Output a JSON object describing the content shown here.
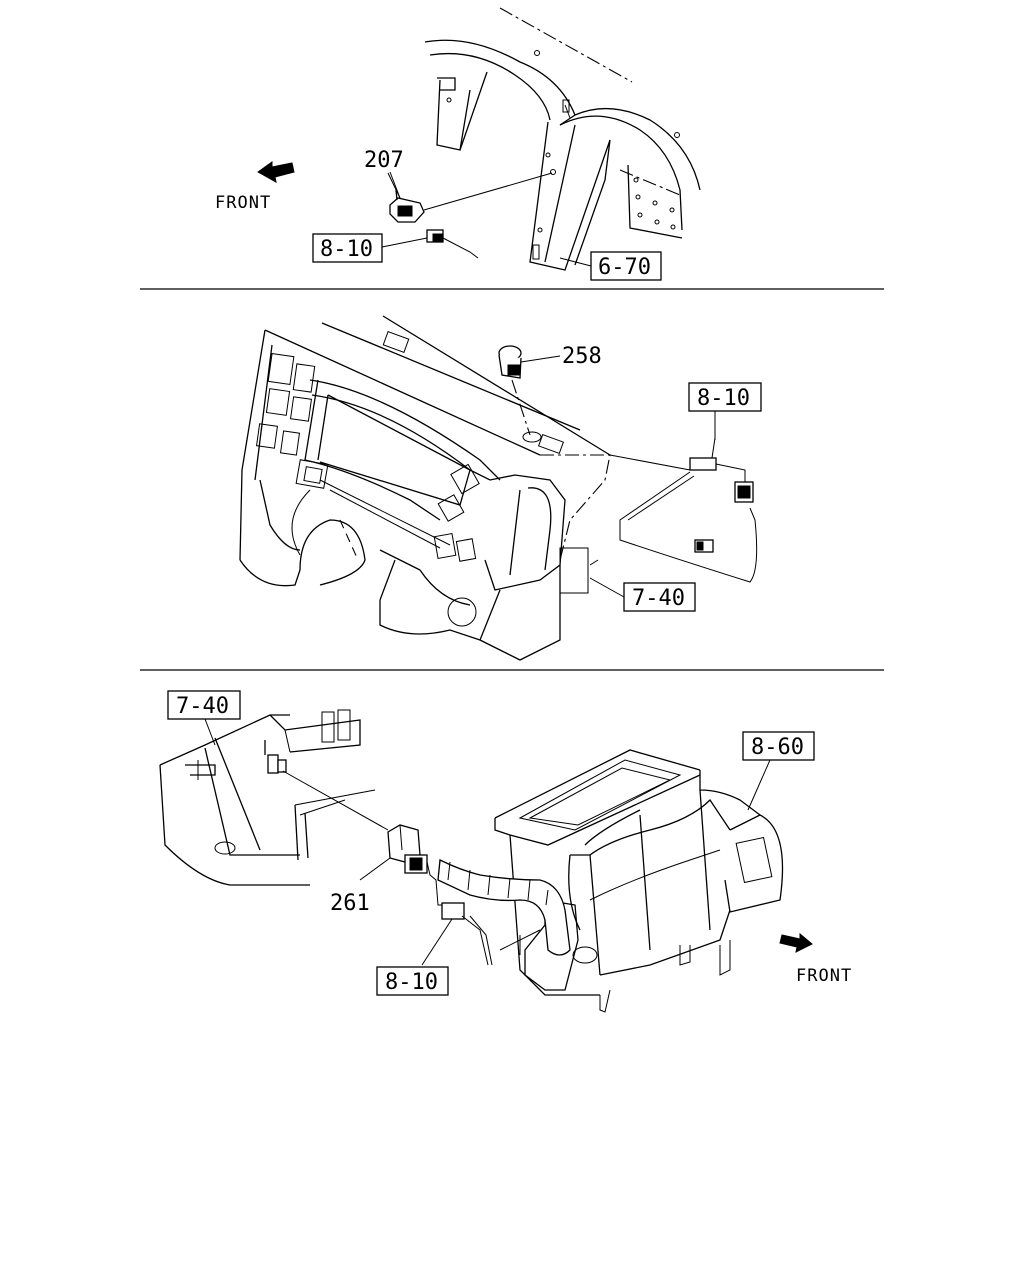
{
  "panel1": {
    "part_number": "207",
    "refs": {
      "connector": "8-10",
      "bracket": "6-70"
    },
    "front_label": "FRONT"
  },
  "panel2": {
    "part_number": "258",
    "refs": {
      "harness": "8-10",
      "panel": "7-40"
    }
  },
  "panel3": {
    "part_number": "261",
    "refs": {
      "panel": "7-40",
      "heater": "8-60",
      "connector": "8-10"
    },
    "front_label": "FRONT"
  }
}
